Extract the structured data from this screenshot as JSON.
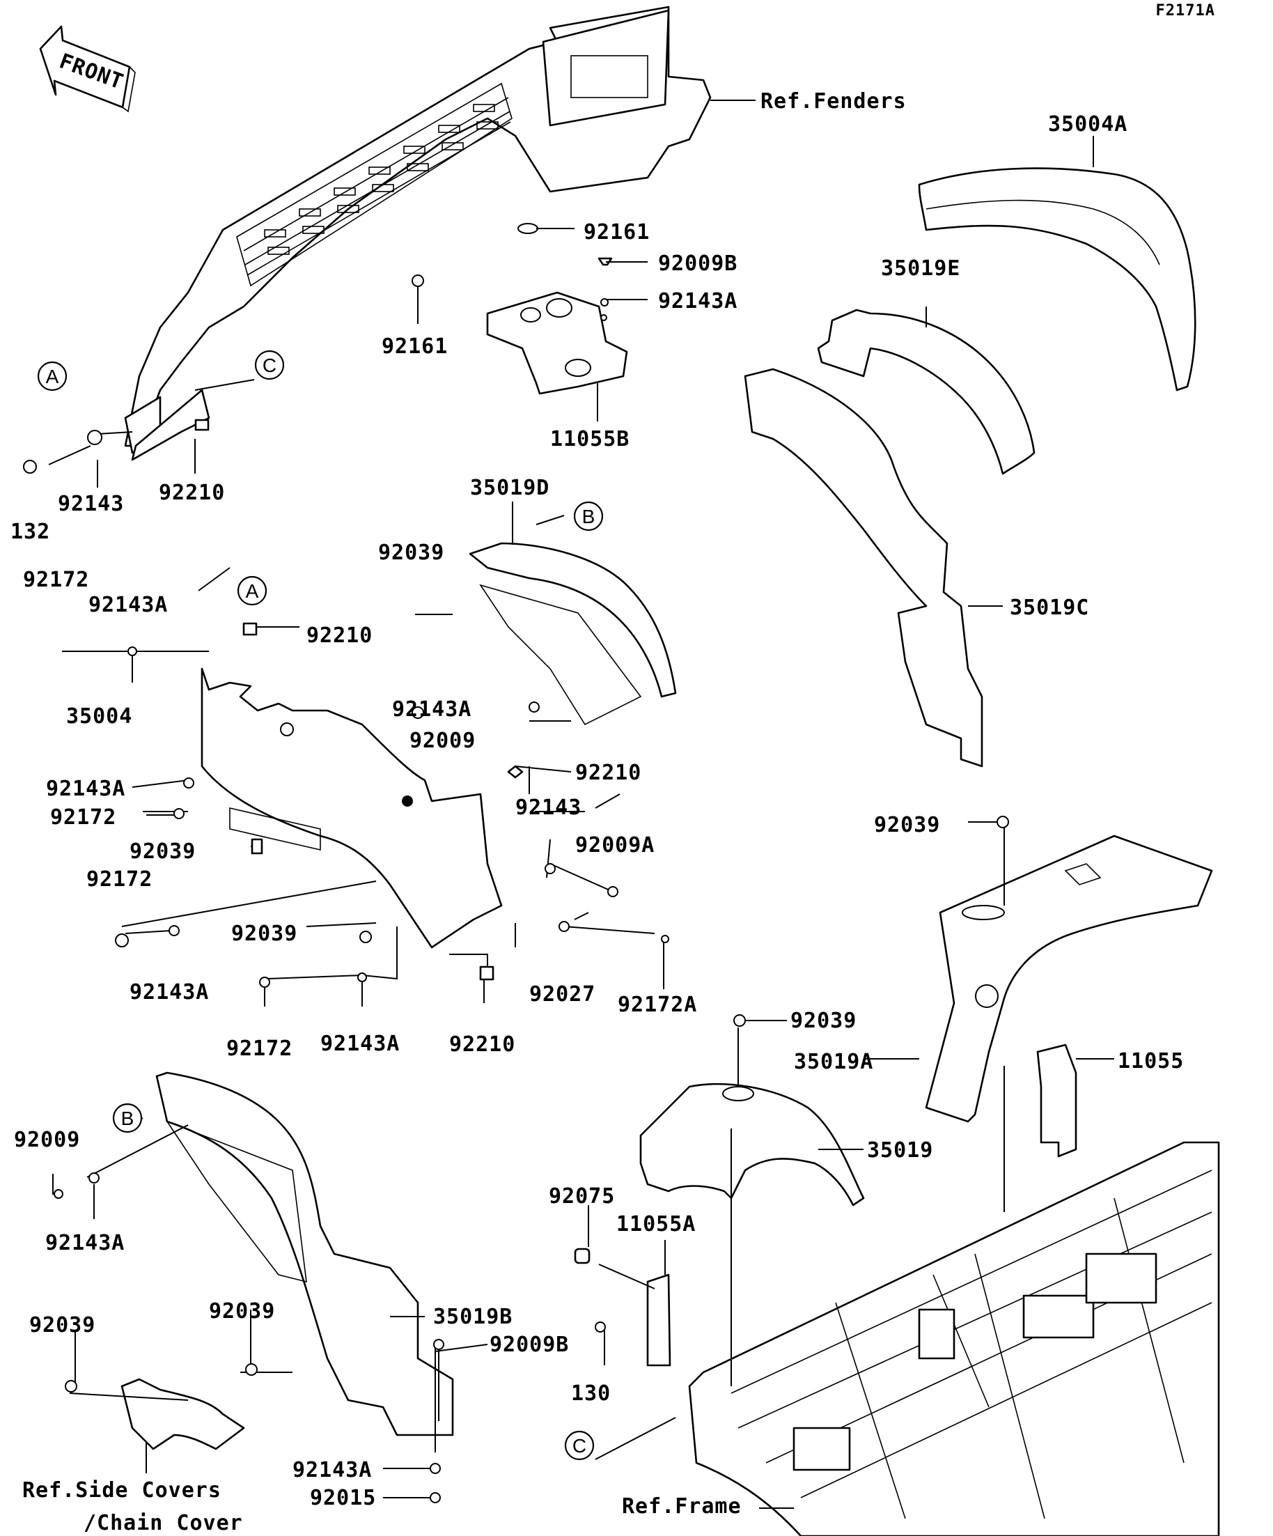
{
  "diagram_id": "F2171A",
  "front_label": "FRONT",
  "refs": {
    "fenders": "Ref.Fenders",
    "frame": "Ref.Frame",
    "side_covers_1": "Ref.Side Covers",
    "side_covers_2": "/Chain Cover"
  },
  "callouts": {
    "a": "A",
    "b": "B",
    "c": "C"
  },
  "parts": {
    "p92161_top": "92161",
    "p92009B_top": "92009B",
    "p92143A_top": "92143A",
    "p92161_left": "92161",
    "p11055B": "11055B",
    "p35004A": "35004A",
    "p35019E": "35019E",
    "p35019C": "35019C",
    "p92143_a": "92143",
    "p92210_a": "92210",
    "p132": "132",
    "p35019D": "35019D",
    "p92039_a": "92039",
    "p92172_a": "92172",
    "p92143A_a": "92143A",
    "p92210_b": "92210",
    "p35004": "35004",
    "p92143A_b": "92143A",
    "p92009_a": "92009",
    "p92210_c": "92210",
    "p92143A_c": "92143A",
    "p92172_b": "92172",
    "p92039_b": "92039",
    "p92143_b": "92143",
    "p92009A": "92009A",
    "p92172_c": "92172",
    "p92039_c": "92039",
    "p92143A_d": "92143A",
    "p92027": "92027",
    "p92172A": "92172A",
    "p92172_d": "92172",
    "p92143A_e": "92143A",
    "p92210_d": "92210",
    "p92039_d": "92039",
    "p92039_e": "92039",
    "p35019A": "35019A",
    "p11055": "11055",
    "p35019": "35019",
    "p92009_b": "92009",
    "p92143A_f": "92143A",
    "p92075": "92075",
    "p11055A": "11055A",
    "p92039_f": "92039",
    "p92039_g": "92039",
    "p35019B": "35019B",
    "p92009B_b": "92009B",
    "p130": "130",
    "p92143A_g": "92143A",
    "p92015": "92015"
  }
}
